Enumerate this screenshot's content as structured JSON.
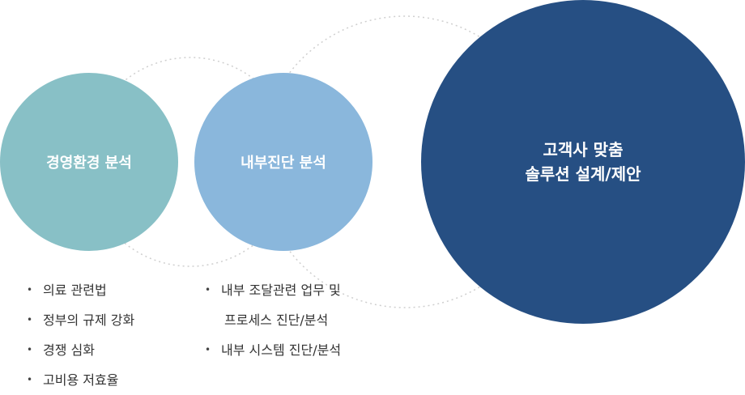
{
  "circles": {
    "env": {
      "label": "경영환경 분석",
      "color": "#88c0c6"
    },
    "internal": {
      "label": "내부진단 분석",
      "color": "#8ab7dc"
    },
    "solution": {
      "line1": "고객사 맞춤",
      "line2": "솔루션 설계/제안",
      "color": "#264f83"
    }
  },
  "env_bullets": [
    "의료 관련법",
    "정부의 규제 강화",
    "경쟁 심화",
    "고비용 저효율"
  ],
  "internal_bullets": {
    "item1_line1": "내부 조달관련 업무 및",
    "item1_line2": "프로세스 진단/분석",
    "item2": "내부 시스템 진단/분석"
  }
}
